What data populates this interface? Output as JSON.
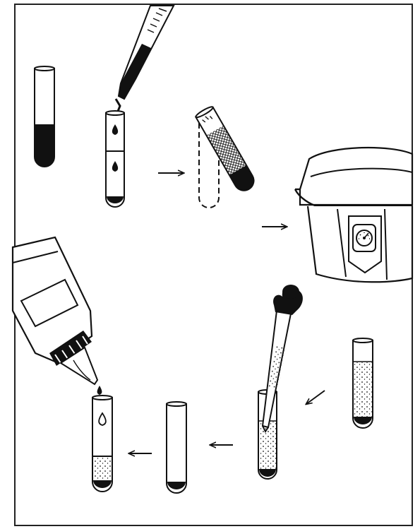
{
  "figure": {
    "kind": "lab-procedure-illustration",
    "style": "black ink line drawing on white",
    "colors": {
      "ink": "#111111",
      "paper": "#ffffff",
      "frame": "#222222"
    },
    "steps": [
      {
        "id": "blood-sample",
        "items": [
          "test-tube-with-blood"
        ]
      },
      {
        "id": "add-drops",
        "items": [
          "pipette-with-liquid",
          "test-tube-two-drops"
        ]
      },
      {
        "id": "mix-invert",
        "items": [
          "ghost-tube-outline",
          "tilted-tube-mixing"
        ]
      },
      {
        "id": "centrifuge",
        "items": [
          "centrifuge-machine"
        ]
      },
      {
        "id": "separated-suspension",
        "items": [
          "tube-with-speckled-suspension"
        ]
      },
      {
        "id": "withdraw-supernatant",
        "items": [
          "dropper-bulb-pipette",
          "tube-being-aspirated"
        ]
      },
      {
        "id": "pellet-remaining",
        "items": [
          "tube-with-pellet"
        ]
      },
      {
        "id": "add-reagent",
        "items": [
          "reagent-squeeze-bottle",
          "tube-receiving-drop"
        ]
      }
    ],
    "arrows": [
      {
        "from": "add-drops",
        "to": "mix-invert",
        "icon": "arrow-right"
      },
      {
        "from": "mix-invert",
        "to": "centrifuge",
        "icon": "arrow-right"
      },
      {
        "from": "separated-suspension",
        "to": "withdraw-supernatant",
        "icon": "arrow-down-left"
      },
      {
        "from": "withdraw-supernatant",
        "to": "pellet-remaining",
        "icon": "arrow-left"
      },
      {
        "from": "pellet-remaining",
        "to": "add-reagent",
        "icon": "arrow-left"
      }
    ]
  }
}
